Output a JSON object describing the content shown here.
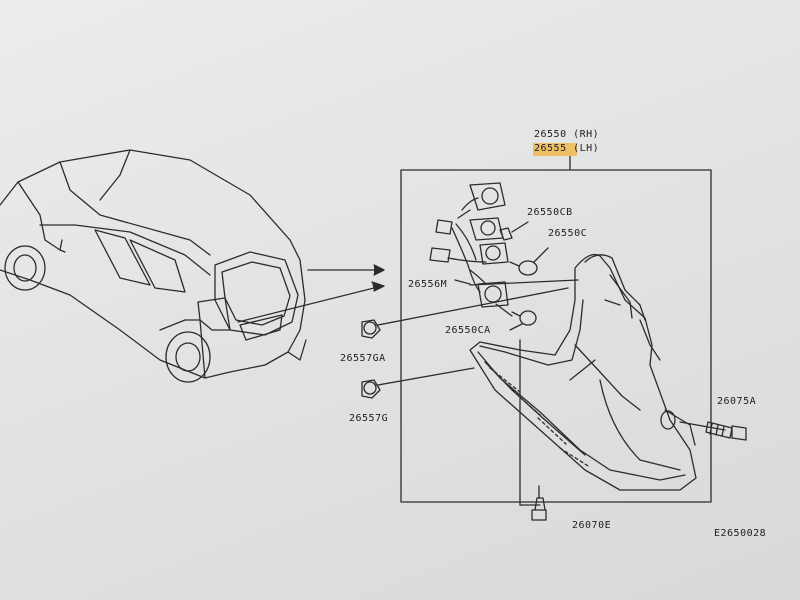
{
  "parts": {
    "rear_combination_lamp_rh": "26550 (RH)",
    "rear_combination_lamp_lh": "26555 (LH)",
    "bulb_cb": "26550CB",
    "bulb_c": "26550C",
    "harness": "26556M",
    "bulb_ca": "26550CA",
    "clip_ga": "26557GA",
    "clip_g": "26557G",
    "screw_a": "26075A",
    "screw_e": "26070E"
  },
  "figure_code": "E2650028",
  "colors": {
    "line": "#2b2d2c",
    "paper": "#e6e8e7",
    "highlight": "#f3b23f"
  }
}
